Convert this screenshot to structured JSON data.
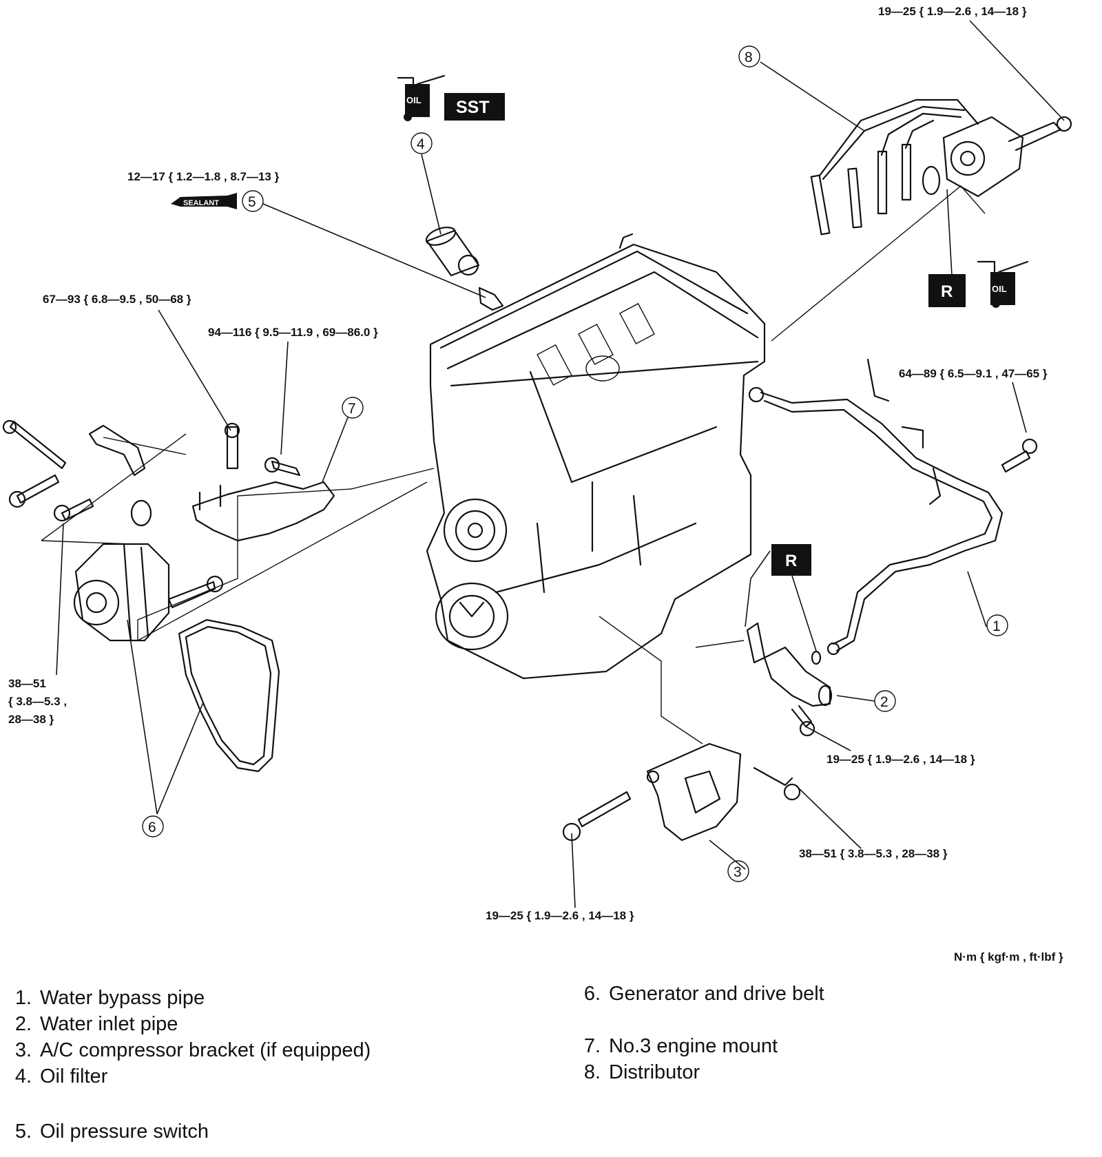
{
  "units_label": "N·m { kgf·m , ft·lbf }",
  "torque_specs": {
    "distributor_bolt": "19—25 { 1.9—2.6 , 14—18 }",
    "oil_pressure_switch": "12—17 { 1.2—1.8 , 8.7—13 }",
    "mount_bolt_upper": "67—93 { 6.8—9.5 , 50—68 }",
    "mount_bolt_lower": "94—116 { 9.5—11.9 , 69—86.0 }",
    "bypass_pipe_bolt": "64—89 { 6.5—9.1 , 47—65 }",
    "generator_bolt_line1": "38—51",
    "generator_bolt_line2": "{ 3.8—5.3 ,",
    "generator_bolt_line3": "28—38 }",
    "inlet_pipe_bolt": "19—25 { 1.9—2.6 , 14—18 }",
    "ac_bracket_bolt_right": "38—51 { 3.8—5.3 , 28—38 }",
    "ac_bracket_bolt_bottom": "19—25 { 1.9—2.6 , 14—18 }"
  },
  "badges": {
    "oil": "OIL",
    "sst": "SST",
    "sealant": "SEALANT",
    "replace": "R"
  },
  "callouts": {
    "c1": "①",
    "c2": "②",
    "c3": "③",
    "c4": "④",
    "c5": "⑤",
    "c6": "⑥",
    "c7": "⑦",
    "c8": "⑧"
  },
  "legend": {
    "left": [
      {
        "num": "1.",
        "label": "Water bypass pipe"
      },
      {
        "num": "2.",
        "label": "Water inlet pipe"
      },
      {
        "num": "3.",
        "label": "A/C compressor bracket (if equipped)"
      },
      {
        "num": "4.",
        "label": "Oil filter"
      },
      {
        "num": "5.",
        "label": "Oil pressure switch"
      }
    ],
    "right": [
      {
        "num": "6.",
        "label": "Generator and drive belt"
      },
      {
        "num": "7.",
        "label": "No.3 engine mount"
      },
      {
        "num": "8.",
        "label": "Distributor"
      }
    ]
  }
}
